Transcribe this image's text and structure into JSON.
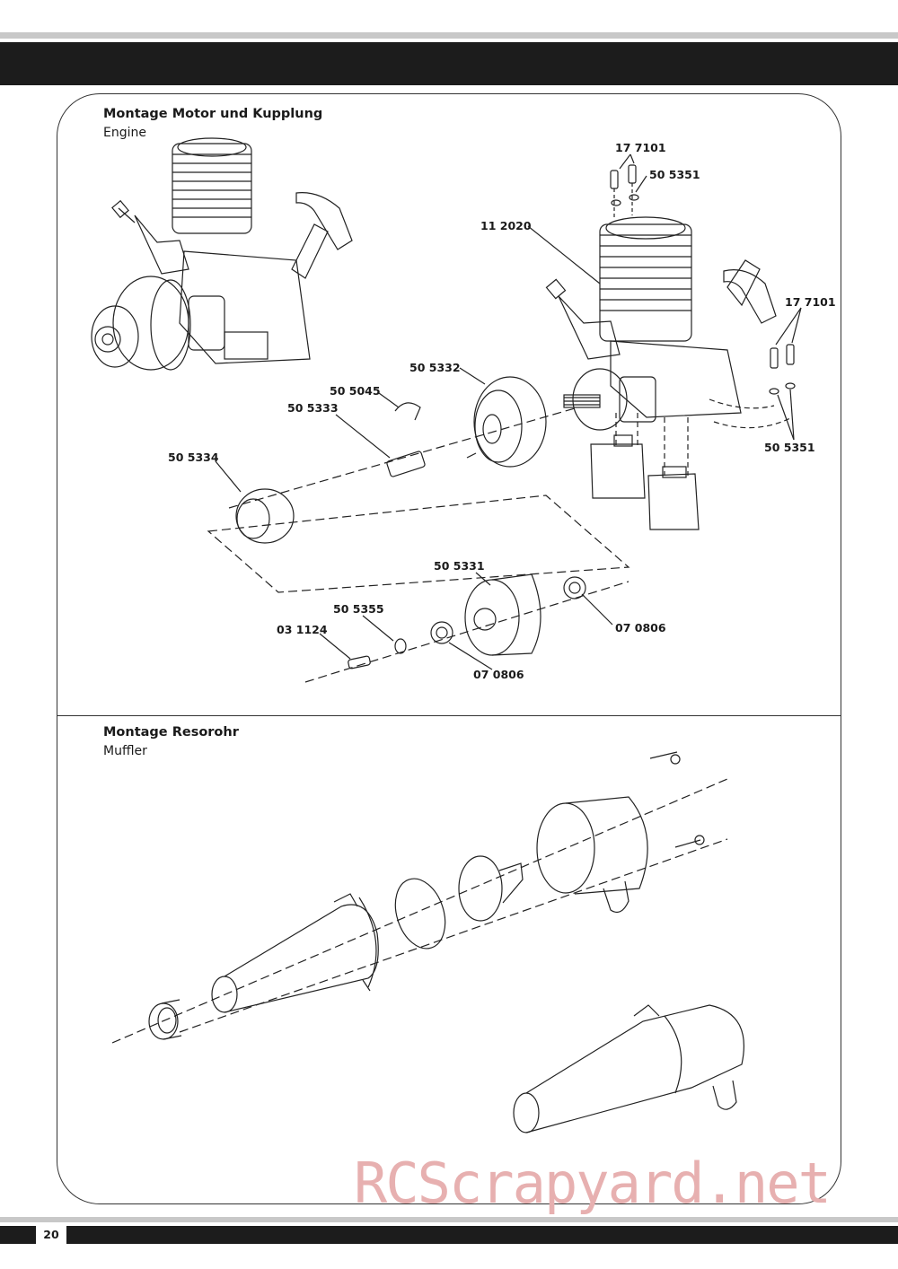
{
  "engine_section": {
    "title": "Montage Motor und Kupplung",
    "subtitle": "Engine",
    "part_numbers": {
      "screw_top_a": "17 7101",
      "washer_top_a": "50 5351",
      "engine": "11 2020",
      "screw_right_b": "17 7101",
      "washer_right_b": "50 5351",
      "flywheel": "50 5332",
      "e_clip": "50 5045",
      "collet": "50 5333",
      "clutch_shoe": "50 5334",
      "clutch_bell": "50 5331",
      "washer": "50 5355",
      "screw": "03 1124",
      "bearing_right": "07 0806",
      "bearing_left": "07 0806"
    }
  },
  "muffler_section": {
    "title": "Montage Resorohr",
    "subtitle": "Muffler"
  },
  "footer": {
    "page_number": "20"
  },
  "watermark": "RCScrapyard.net"
}
